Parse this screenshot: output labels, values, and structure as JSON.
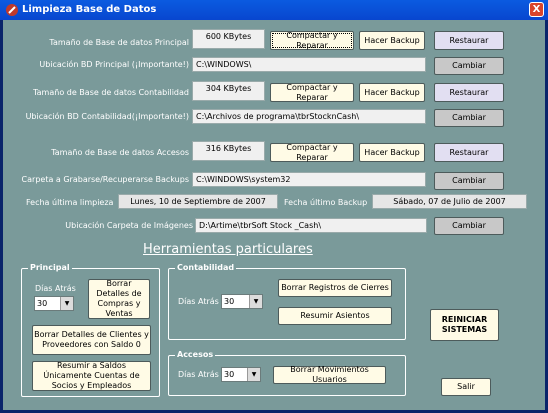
{
  "window": {
    "title": "Limpieza Base de Datos",
    "close_glyph": "X"
  },
  "principal": {
    "size_label": "Tamaño de Base de datos Principal",
    "size_value": "600 KBytes",
    "compact_label": "Compactar y Reparar",
    "backup_label": "Hacer Backup",
    "restore_label": "Restaurar",
    "location_label": "Ubicación BD Principal (¡Importante!)",
    "location_value": "C:\\WINDOWS\\",
    "change_label": "Cambiar"
  },
  "contabilidad": {
    "size_label": "Tamaño de Base de datos Contabilidad",
    "size_value": "304 KBytes",
    "compact_label": "Compactar y Reparar",
    "backup_label": "Hacer Backup",
    "restore_label": "Restaurar",
    "location_label": "Ubicación BD Contabilidad(¡Importante!)",
    "location_value": "C:\\Archivos de programa\\tbrStocknCash\\",
    "change_label": "Cambiar"
  },
  "accesos": {
    "size_label": "Tamaño de Base de datos Accesos",
    "size_value": "316 KBytes",
    "compact_label": "Compactar y Reparar",
    "backup_label": "Hacer Backup",
    "restore_label": "Restaurar"
  },
  "backup_folder": {
    "label": "Carpeta a Grabarse/Recuperarse Backups",
    "value": "C:\\WINDOWS\\system32",
    "change_label": "Cambiar"
  },
  "dates": {
    "last_clean_label": "Fecha última limpieza",
    "last_clean_value": "Lunes, 10 de Septiembre de 2007",
    "last_backup_label": "Fecha último Backup",
    "last_backup_value": "Sábado, 07 de Julio de 2007"
  },
  "images_folder": {
    "label": "Ubicación Carpeta de Imágenes",
    "value": "D:\\Artime\\tbrSoft Stock _Cash\\",
    "change_label": "Cambiar"
  },
  "tools": {
    "heading": "Herramientas particulares",
    "principal_group": {
      "legend": "Principal",
      "days_label": "Días Atrás",
      "days_value": "30",
      "purchases_btn": "Borrar Detalles de Compras y Ventas",
      "clients_btn": "Borrar Detalles de Clientes y Proveedores con Saldo 0",
      "summarize_btn": "Resumir a Saldos Únicamente Cuentas de Socios y Empleados"
    },
    "contabilidad_group": {
      "legend": "Contabilidad",
      "days_label": "Días Atrás",
      "days_value": "30",
      "closures_btn": "Borrar Registros de Cierres",
      "summarize_btn": "Resumir Asientos"
    },
    "accesos_group": {
      "legend": "Accesos",
      "days_label": "Días Atrás",
      "days_value": "30",
      "delete_btn": "Borrar Movimientos Usuarios"
    },
    "reset_btn": "REINICIAR SISTEMAS",
    "exit_btn": "Salir"
  },
  "colors": {
    "client_bg": "#7a9a9a",
    "titlebar": "#0846cf",
    "button_cream": "#fffbe6",
    "button_lavender": "#e2dff2",
    "button_gray": "#c8c8c8"
  }
}
